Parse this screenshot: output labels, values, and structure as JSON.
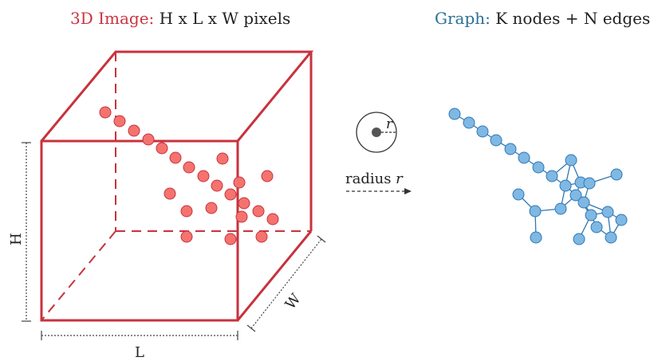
{
  "left_title": {
    "prefix": "3D Image:",
    "rest": " H x L x W pixels",
    "prefix_color": "#cc3340"
  },
  "right_title": {
    "prefix": "Graph:",
    "rest": " K nodes + N edges",
    "prefix_color": "#2a6f97"
  },
  "dims": {
    "h": "H",
    "l": "L",
    "w": "W"
  },
  "radius_label": {
    "text": "radius ",
    "var": "r"
  },
  "circle_label": "r",
  "colors": {
    "cube": "#c8323c",
    "voxel_fill": "#f4736f",
    "voxel_stroke": "#c8323c",
    "node_fill": "#7fb8e3",
    "node_stroke": "#2e78b4",
    "edge": "#2e78b4",
    "text": "#222222"
  }
}
